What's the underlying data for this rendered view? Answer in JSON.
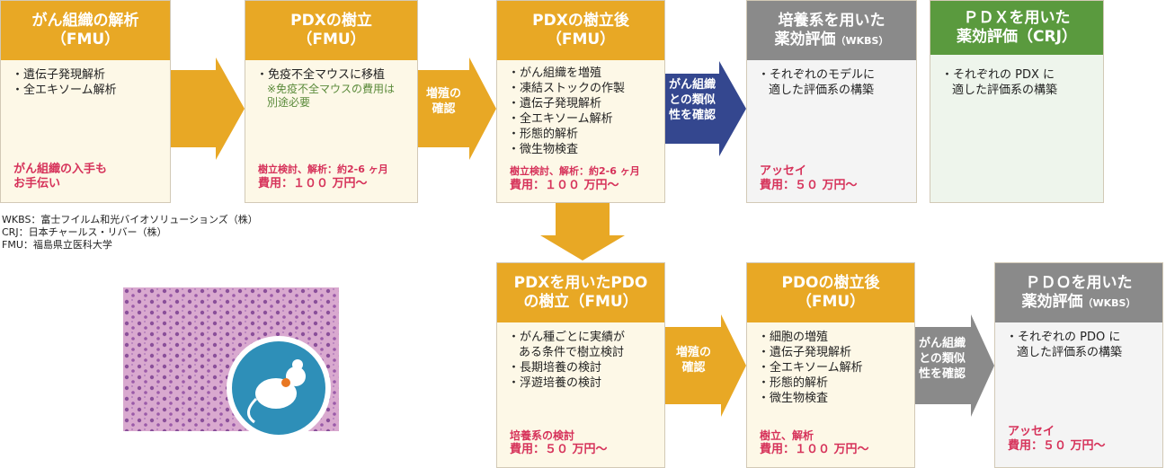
{
  "cards": {
    "c1": {
      "title1": "がん組織の解析",
      "title2": "（FMU）",
      "items": [
        "・遺伝子発現解析",
        "・全エキソーム解析"
      ],
      "foot1": "がん組織の入手も",
      "foot2": "お手伝い"
    },
    "c2": {
      "title1": "PDXの樹立",
      "title2": "（FMU）",
      "items": [
        "・免疫不全マウスに移植"
      ],
      "note1": "※免疫不全マウスの費用は",
      "note2": "別途必要",
      "foot1": "樹立検討、解析：約2-6 ヶ月",
      "foot2": "費用：１００ 万円〜"
    },
    "c3": {
      "title1": "PDXの樹立後",
      "title2": "（FMU）",
      "items": [
        "・がん組織を増殖",
        "・凍結ストックの作製",
        "・遺伝子発現解析",
        "・全エキソーム解析",
        "・形態的解析",
        "・微生物検査"
      ],
      "foot1": "樹立検討、解析：約2-6 ヶ月",
      "foot2": "費用：１００ 万円〜"
    },
    "c4": {
      "title1": "培養系を用いた",
      "title2": "薬効評価",
      "title2_small": "（WKBS）",
      "item1": "・それぞれのモデルに",
      "item2": "適した評価系の構築",
      "foot1": "アッセイ",
      "foot2": "費用：５０ 万円〜"
    },
    "c5": {
      "title1": "ＰＤＸを用いた",
      "title2": "薬効評価（CRJ）",
      "item1": "・それぞれの PDX に",
      "item2": "適した評価系の構築"
    },
    "c6": {
      "title1": "PDXを用いたPDO",
      "title2": "の樹立（FMU）",
      "items": [
        "・がん種ごとに実績が",
        "ある条件で樹立検討",
        "・長期培養の検討",
        "・浮遊培養の検討"
      ],
      "foot1": "培養系の検討",
      "foot2": "費用：５０ 万円〜"
    },
    "c7": {
      "title1": "PDOの樹立後",
      "title2": "（FMU）",
      "items": [
        "・細胞の増殖",
        "・遺伝子発現解析",
        "・全エキソーム解析",
        "・形態的解析",
        "・微生物検査"
      ],
      "foot1": "樹立、解析",
      "foot2": "費用：１００ 万円〜"
    },
    "c8": {
      "title1": "ＰＤＯを用いた",
      "title2": "薬効評価",
      "title2_small": "（WKBS）",
      "item1": "・それぞれの PDO に",
      "item2": "適した評価系の構築",
      "foot1": "アッセイ",
      "foot2": "費用：５０ 万円〜"
    }
  },
  "arrows": {
    "grow1_l1": "増殖の",
    "grow1_l2": "確認",
    "sim1_l1": "がん組織",
    "sim1_l2": "との類似",
    "sim1_l3": "性を確認",
    "grow2_l1": "増殖の",
    "grow2_l2": "確認",
    "sim2_l1": "がん組織",
    "sim2_l2": "との類似",
    "sim2_l3": "性を確認"
  },
  "legend": {
    "wkbs": "WKBS：富士フイルム和光バイオソリューションズ（株）",
    "crj": "CRJ：日本チャールス・リバー（株）",
    "fmu": "FMU：福島県立医科大学"
  },
  "colors": {
    "gold": "#e8a825",
    "gray": "#8a8a8a",
    "green": "#5a9a3e",
    "navy": "#34478f",
    "pink": "#d6325a"
  },
  "illustration": {
    "image": "histology-tissue",
    "icon": "mouse-icon"
  }
}
